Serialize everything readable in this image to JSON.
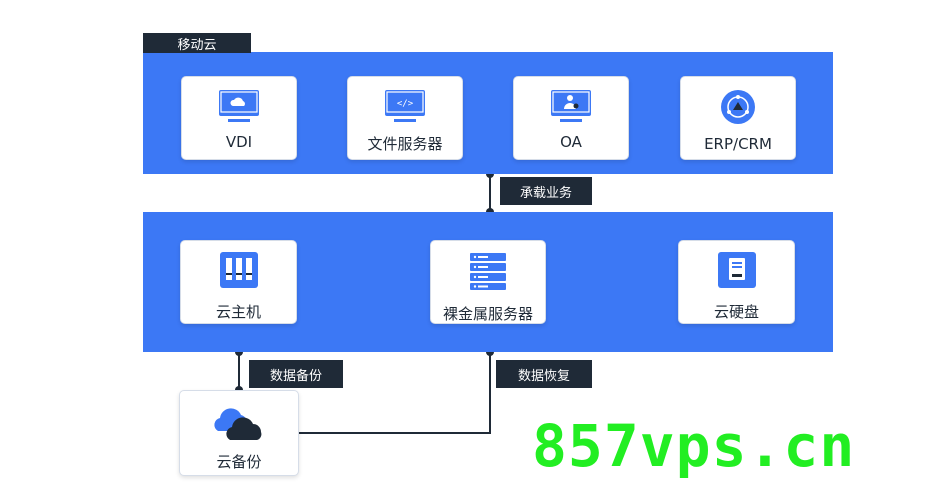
{
  "tags": {
    "mobile_cloud": "移动云",
    "carry_business": "承载业务",
    "data_backup": "数据备份",
    "data_restore": "数据恢复"
  },
  "top_cards": [
    {
      "label": "VDI",
      "icon": "monitor-cloud-icon"
    },
    {
      "label": "文件服务器",
      "icon": "monitor-code-icon"
    },
    {
      "label": "OA",
      "icon": "monitor-user-icon"
    },
    {
      "label": "ERP/CRM",
      "icon": "erp-circle-icon"
    }
  ],
  "mid_cards": [
    {
      "label": "云主机",
      "icon": "server-rack-icon"
    },
    {
      "label": "裸金属服务器",
      "icon": "server-stack-icon"
    },
    {
      "label": "云硬盘",
      "icon": "disk-icon"
    }
  ],
  "bottom_card": {
    "label": "云备份",
    "icon": "cloud-backup-icon"
  },
  "watermark": "857vps.cn",
  "colors": {
    "band": "#3c78f5",
    "tag": "#1f2a37",
    "accent": "#3c78f5",
    "watermark": "#22ee22"
  }
}
